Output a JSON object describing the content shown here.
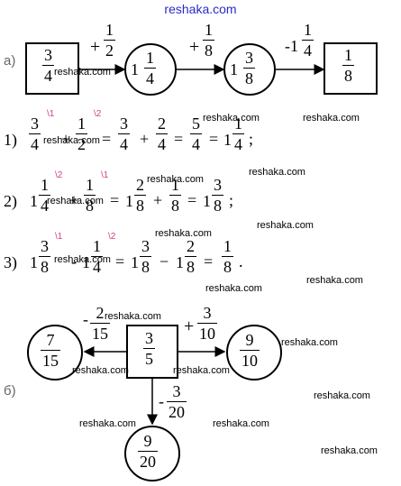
{
  "watermark": "reshaka.com",
  "part_a": {
    "label": "а)",
    "start": {
      "num": "3",
      "den": "4"
    },
    "op1": {
      "sign": "+",
      "num": "1",
      "den": "2"
    },
    "node1": {
      "whole": "1",
      "num": "1",
      "den": "4"
    },
    "op2": {
      "sign": "+",
      "num": "1",
      "den": "8"
    },
    "node2": {
      "whole": "1",
      "num": "3",
      "den": "8"
    },
    "op3": {
      "sign": "-1",
      "num": "1",
      "den": "4"
    },
    "result": {
      "num": "1",
      "den": "8"
    }
  },
  "steps": [
    {
      "index": "1)",
      "expr": {
        "f1n": "3",
        "f1d": "4",
        "m1": "\\1",
        "op": "+",
        "f2n": "1",
        "f2d": "2",
        "m2": "\\2",
        "eq1": "=",
        "r1n": "3",
        "r1d": "4",
        "plus": "+",
        "r2n": "2",
        "r2d": "4",
        "eq2": "=",
        "r3n": "5",
        "r3d": "4",
        "eq3": "=",
        "w": "1",
        "r4n": "1",
        "r4d": "4",
        "end": ";"
      }
    },
    {
      "index": "2)",
      "expr": {
        "w1": "1",
        "f1n": "1",
        "f1d": "4",
        "m1": "\\2",
        "op": "+",
        "f2n": "1",
        "f2d": "8",
        "m2": "\\1",
        "eq1": "=",
        "w2": "1",
        "r1n": "2",
        "r1d": "8",
        "plus": "+",
        "r2n": "1",
        "r2d": "8",
        "eq2": "=",
        "w3": "1",
        "r3n": "3",
        "r3d": "8",
        "end": ";"
      }
    },
    {
      "index": "3)",
      "expr": {
        "w1": "1",
        "f1n": "3",
        "f1d": "8",
        "m1": "\\1",
        "op": "-",
        "f2n": "1",
        "f2d": "4",
        "m2": "\\2",
        "eq1": "=",
        "w2": "1",
        "r1n": "3",
        "r1d": "8",
        "minus": "−",
        "w3": "1",
        "r2n": "2",
        "r2d": "8",
        "eq2": "=",
        "r3n": "1",
        "r3d": "8",
        "end": "."
      }
    }
  ],
  "part_b": {
    "label": "б)",
    "center": {
      "num": "3",
      "den": "5"
    },
    "left": {
      "op_sign": "-",
      "op_num": "2",
      "op_den": "15",
      "num": "7",
      "den": "15"
    },
    "right": {
      "op_sign": "+",
      "op_num": "3",
      "op_den": "10",
      "num": "9",
      "den": "10"
    },
    "down": {
      "op_sign": "-",
      "op_num": "3",
      "op_den": "20",
      "num": "9",
      "den": "20"
    }
  }
}
